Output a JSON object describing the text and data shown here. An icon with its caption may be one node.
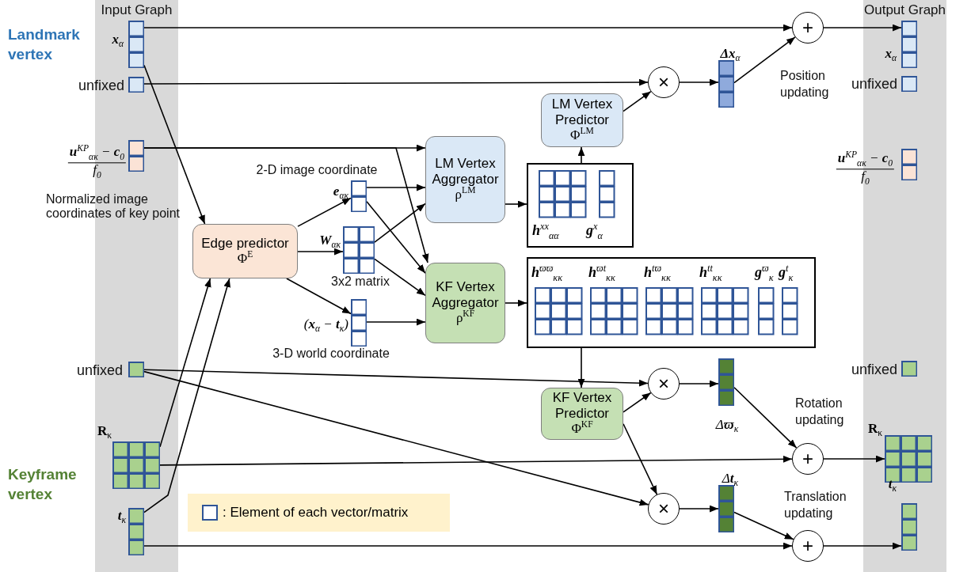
{
  "diagram": {
    "nodes": [
      {
        "text": [
          "Input Graph"
        ]
      },
      {
        "text": [
          "Output Graph"
        ]
      },
      {
        "text": [
          "**x**$_{α}$"
        ],
        "in": 0
      },
      {
        "text": [
          "unfixed"
        ],
        "in": 0
      },
      {
        "text": [
          "**u**$^{KP}$$_{ακ}$ − **c**$_{0}$",
          "*f*$_{0}$"
        ],
        "beside": [
          "Normalized image coordinates of key point"
        ]
      },
      {
        "text": [
          "unfixed"
        ],
        "in": 0
      },
      {
        "text": [
          "**R**$_{κ}$"
        ],
        "in": 0
      },
      {
        "text": [
          "**t**$_{κ}$"
        ],
        "in": 0
      },
      {
        "text": [
          "Edge predictor",
          "Φ$^{E}$"
        ]
      },
      {
        "text": [
          "**e**$_{ακ}$"
        ],
        "beside": [
          "2-D image coordinate"
        ]
      },
      {
        "text": [
          "**W**$_{ακ}$"
        ],
        "beside": [
          "3x2 matrix"
        ]
      },
      {
        "text": [
          "(**x**$_{α}$ − **t**$_{κ}$)"
        ],
        "beside": [
          "3-D world coordinate"
        ]
      },
      {
        "text": [
          "LM Vertex Aggregator",
          "ρ$^{LM}$"
        ]
      },
      {
        "text": [
          "KF Vertex Aggregator",
          "ρ$^{KF}$"
        ]
      },
      {
        "text": [
          "**h**$^{xx}$$_{αα}$",
          "**g**$^{x}$$_{α}$"
        ]
      },
      {
        "text": [
          "**h**$^{ϖϖ}$$_{κκ}$",
          "**h**$^{ϖt}$$_{κκ}$",
          "**h**$^{tϖ}$$_{κκ}$",
          "**h**$^{tt}$$_{κκ}$",
          "**g**$^{ϖ}$$_{κ}$",
          "**g**$^{t}$$_{κ}$"
        ]
      },
      {
        "text": [
          "LM Vertex Predictor",
          "Φ$^{LM}$"
        ]
      },
      {
        "text": [
          "KF Vertex Predictor",
          "Φ$^{KF}$"
        ]
      },
      {
        "text": [
          "×"
        ]
      },
      {
        "text": [
          "**Δx**$_{α}$"
        ]
      },
      {
        "text": [
          "+"
        ]
      },
      {
        "text": [
          "×"
        ]
      },
      {
        "text": [
          "Δ**ϖ**$_{κ}$"
        ]
      },
      {
        "text": [
          "+"
        ]
      },
      {
        "text": [
          "×"
        ]
      },
      {
        "text": [
          "Δ**t**$_{κ}$"
        ]
      },
      {
        "text": [
          "+"
        ]
      },
      {
        "text": [
          "**x**$_{α}$"
        ],
        "in": 1
      },
      {
        "text": [
          "unfixed"
        ],
        "in": 1
      },
      {
        "text": [
          "**u**$^{KP}$$_{ακ}$ − **c**$_{0}$",
          "*f*$_{0}$"
        ]
      },
      {
        "text": [
          "unfixed"
        ],
        "in": 1
      },
      {
        "text": [
          "**R**$_{κ}$"
        ],
        "in": 1
      },
      {
        "text": [
          "**t**$_{κ}$"
        ],
        "in": 1
      }
    ],
    "edges": [
      {
        "from": 2,
        "to": 20,
        "arrow": "to"
      },
      {
        "from": 2,
        "to": 8,
        "arrow": "to"
      },
      {
        "from": 3,
        "to": 18,
        "arrow": "to"
      },
      {
        "from": 4,
        "to": 12,
        "arrow": "to"
      },
      {
        "from": 4,
        "to": 13,
        "arrow": "to"
      },
      {
        "from": 8,
        "to": 9,
        "arrow": "to"
      },
      {
        "from": 8,
        "to": 10,
        "arrow": "to"
      },
      {
        "from": 8,
        "to": 11,
        "arrow": "to"
      },
      {
        "from": 6,
        "to": 8,
        "arrow": "to"
      },
      {
        "from": 7,
        "to": 8,
        "arrow": "to"
      },
      {
        "from": 9,
        "to": 12,
        "arrow": "to"
      },
      {
        "from": 9,
        "to": 13,
        "arrow": "to"
      },
      {
        "from": 10,
        "to": 12,
        "arrow": "to"
      },
      {
        "from": 10,
        "to": 13,
        "arrow": "to"
      },
      {
        "from": 11,
        "to": 13,
        "arrow": "to"
      },
      {
        "from": 12,
        "to": 14,
        "arrow": "to"
      },
      {
        "from": 14,
        "to": 16,
        "arrow": "to"
      },
      {
        "from": 16,
        "to": 18,
        "arrow": "to"
      },
      {
        "from": 18,
        "to": 19,
        "arrow": "to"
      },
      {
        "from": 19,
        "to": 20,
        "arrow": "to"
      },
      {
        "from": 20,
        "to": 27,
        "arrow": "to"
      },
      {
        "from": 13,
        "to": 15,
        "arrow": "to"
      },
      {
        "from": 15,
        "to": 17,
        "arrow": "to"
      },
      {
        "from": 17,
        "to": 21,
        "arrow": "to"
      },
      {
        "from": 17,
        "to": 24,
        "arrow": "to"
      },
      {
        "from": 5,
        "to": 21,
        "arrow": "to"
      },
      {
        "from": 5,
        "to": 24,
        "arrow": "to"
      },
      {
        "from": 21,
        "to": 22,
        "arrow": "to"
      },
      {
        "from": 22,
        "to": 23,
        "arrow": "to"
      },
      {
        "from": 6,
        "to": 23,
        "arrow": "to"
      },
      {
        "from": 23,
        "to": 31,
        "arrow": "to"
      },
      {
        "from": 24,
        "to": 25,
        "arrow": "to"
      },
      {
        "from": 25,
        "to": 26,
        "arrow": "to"
      },
      {
        "from": 7,
        "to": 26,
        "arrow": "to"
      },
      {
        "from": 26,
        "to": 32,
        "arrow": "to"
      }
    ],
    "labels": [
      "Landmark vertex",
      "Keyframe vertex",
      "Position updating",
      "Rotation updating",
      "Translation updating"
    ],
    "legend": [
      {
        "text": ": Element of each vector/matrix"
      }
    ]
  }
}
